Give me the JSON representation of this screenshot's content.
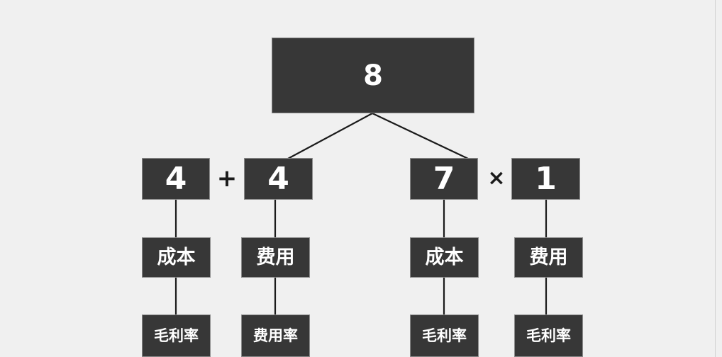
{
  "diagram": {
    "title": "expression-tree",
    "background_color": "#f0f0f0",
    "node_fill_color": "#373737",
    "node_border_color": "#8c8c8c",
    "node_text_color": "#ffffff",
    "edge_color": "#1b1b1b",
    "root": {
      "label": "8"
    },
    "operators": [
      {
        "symbol": "+",
        "between": "col1-col2"
      },
      {
        "symbol": "×",
        "between": "col3-col4"
      }
    ],
    "columns": [
      {
        "id": "col1",
        "value": "4",
        "category": "成本",
        "metric": "毛利率"
      },
      {
        "id": "col2",
        "value": "4",
        "category": "费用",
        "metric": "费用率"
      },
      {
        "id": "col3",
        "value": "7",
        "category": "成本",
        "metric": "毛利率"
      },
      {
        "id": "col4",
        "value": "1",
        "category": "费用",
        "metric": "毛利率"
      }
    ]
  }
}
